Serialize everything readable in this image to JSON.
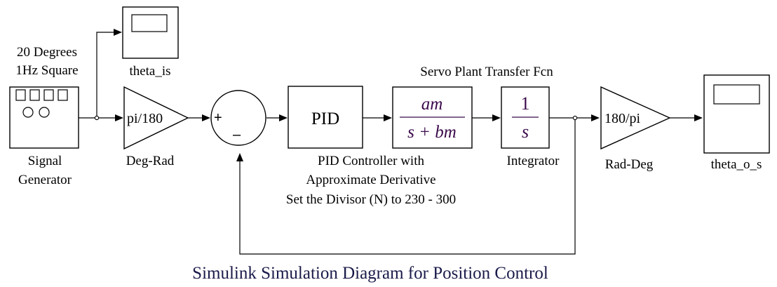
{
  "title": "Simulink Simulation Diagram for Position Control",
  "signal_generator": {
    "annotation_line1": "20 Degrees",
    "annotation_line2": "1Hz Square",
    "label_line1": "Signal",
    "label_line2": "Generator"
  },
  "scope_input": {
    "label": "theta_is"
  },
  "gain_deg_rad": {
    "value": "pi/180",
    "label": "Deg-Rad"
  },
  "sum_block": {
    "plus": "+",
    "minus": "–"
  },
  "pid_block": {
    "text": "PID",
    "label_line1": "PID Controller with",
    "label_line2": "Approximate Derivative",
    "label_line3": "Set the Divisor (N) to 230 - 300"
  },
  "plant_block": {
    "title": "Servo Plant Transfer Fcn",
    "numerator": "am",
    "denominator": "s + bm"
  },
  "integrator_block": {
    "numerator": "1",
    "denominator": "s",
    "label": "Integrator"
  },
  "gain_rad_deg": {
    "value": "180/pi",
    "label": "Rad-Deg"
  },
  "scope_output": {
    "label": "theta_o_s"
  }
}
